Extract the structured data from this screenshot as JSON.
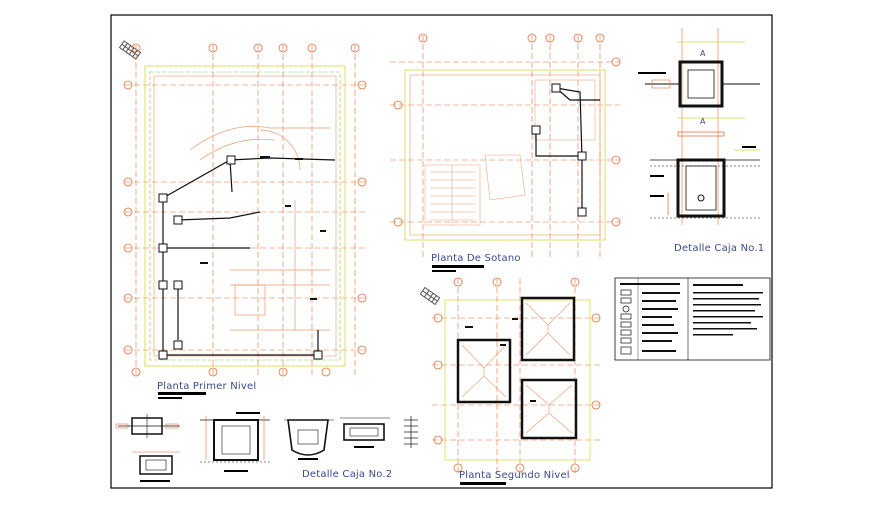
{
  "drawing": {
    "labels": {
      "primer_nivel": "Planta Primer Nivel",
      "sotano": "Planta De Sotano",
      "segundo_nivel": "Planta Segundo Nivel",
      "caja1": "Detalle Caja No.1",
      "caja2": "Detalle Caja No.2"
    },
    "section_marks": [
      "A",
      "A"
    ]
  },
  "colors": {
    "frame": "#000000",
    "axis": "#e8703a",
    "wall": "#e89a6a",
    "grid_yellow": "#d8d838",
    "grid_green": "#7cc05c",
    "pipe": "#111111",
    "title_text": "#3a4a8a"
  }
}
